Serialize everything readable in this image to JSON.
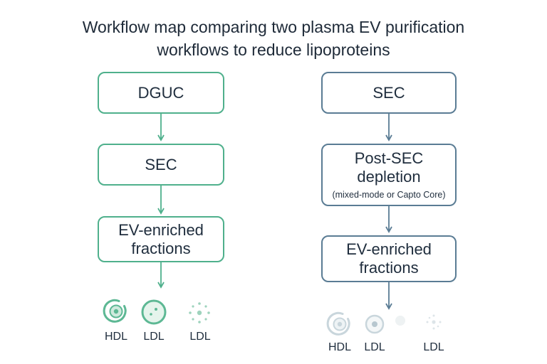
{
  "title": {
    "line1": "Workflow map comparing two plasma EV purification",
    "line2": "workflows to reduce lipoproteins"
  },
  "colors": {
    "left_workflow": "#4fb08c",
    "right_workflow": "#5a7c94",
    "particle_icon_left": "#5db894",
    "particle_icon_right_faded": "#c9d6dc"
  },
  "left": {
    "steps": [
      "DGUC",
      "SEC"
    ],
    "result": {
      "line1": "EV-enriched",
      "line2": "fractions"
    },
    "particles": [
      {
        "icon": "hdl-particle-icon",
        "label": "HDL"
      },
      {
        "icon": "ldl-particle-icon",
        "label": "LDL"
      },
      {
        "icon": "ldl-dispersed-particle-icon",
        "label": "LDL"
      }
    ]
  },
  "right": {
    "step1": "SEC",
    "step2": {
      "line1": "Post-SEC",
      "line2": "depletion",
      "note": "(mixed-mode or Capto Core)"
    },
    "result": {
      "line1": "EV-enriched",
      "line2": "fractions"
    },
    "particles": [
      {
        "icon": "hdl-particle-icon-faded",
        "label": "HDL"
      },
      {
        "icon": "ldl-particle-icon-faded",
        "label": "LDL"
      },
      {
        "icon": "vldl-particle-icon-faded",
        "label": ""
      },
      {
        "icon": "ldl-dispersed-particle-icon-faded",
        "label": "LDL"
      }
    ]
  }
}
